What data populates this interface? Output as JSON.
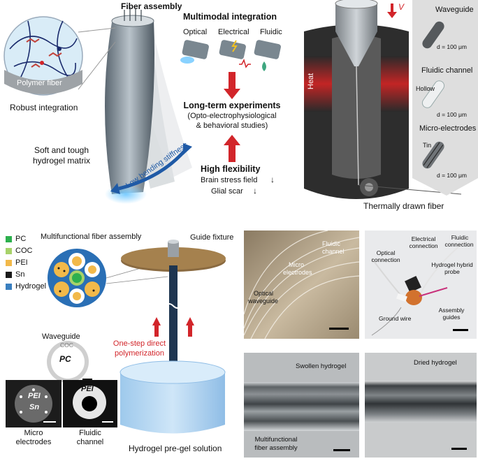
{
  "colors": {
    "pc": "#2db04e",
    "coc": "#a8d26a",
    "pei": "#f2b94a",
    "sn": "#1a1a1a",
    "hydrogel": "#3a7fc0",
    "arrow_red": "#d2252a",
    "arrow_blue": "#1f5aa6",
    "heat": "#e02a2a",
    "fixture": "#8a6a40"
  },
  "panel_a": {
    "fiber_assembly": "Fiber assembly",
    "polymer_fiber": "Polymer fiber",
    "robust_integration": "Robust integration",
    "hydrogel_matrix_1": "Soft and tough",
    "hydrogel_matrix_2": "hydrogel matrix",
    "low_bending": "Low bending stiffness",
    "multimodal_title": "Multimodal integration",
    "modes": [
      "Optical",
      "Electrical",
      "Fluidic"
    ],
    "long_term_title": "Long-term experiments",
    "long_term_sub_1": "(Opto-electrophysiological",
    "long_term_sub_2": "& behavioral studies)",
    "flexibility_title": "High flexibility",
    "brain_stress": "Brain stress field",
    "glial_scar": "Glial scar"
  },
  "panel_b": {
    "velocity": "V",
    "heat": "Heat",
    "waveguide": "Waveguide",
    "fluidic_channel": "Fluidic channel",
    "hollow": "Hollow",
    "micro_electrodes": "Micro-electrodes",
    "tin": "Tin",
    "diameter": "d = 100 μm",
    "thermally_drawn": "Thermally drawn fiber"
  },
  "panel_c": {
    "legend": [
      {
        "label": "PC",
        "color": "#2db04e"
      },
      {
        "label": "COC",
        "color": "#a8d26a"
      },
      {
        "label": "PEI",
        "color": "#f2b94a"
      },
      {
        "label": "Sn",
        "color": "#1a1a1a"
      },
      {
        "label": "Hydrogel",
        "color": "#3a7fc0"
      }
    ],
    "multifunctional_assembly": "Multifunctional fiber assembly",
    "guide_fixture": "Guide fixture",
    "one_step_1": "One-step direct",
    "one_step_2": "polymerization",
    "pregel": "Hydrogel pre-gel solution",
    "waveguide": "Waveguide",
    "coc": "COC",
    "pc": "PC",
    "pei": "PEI",
    "sn": "Sn",
    "micro_electrodes_1": "Micro",
    "micro_electrodes_2": "electrodes",
    "fluidic_channel_1": "Fluidic",
    "fluidic_channel_2": "channel"
  },
  "photo_fibers": {
    "fluidic_1": "Fluidic",
    "fluidic_2": "channel",
    "micro_1": "Micro",
    "micro_2": "electrodes",
    "optical_1": "Optical",
    "optical_2": "waveguide"
  },
  "photo_probe": {
    "electrical_1": "Electrical",
    "electrical_2": "connection",
    "fluidic_1": "Fluidic",
    "fluidic_2": "connection",
    "optical_1": "Optical",
    "optical_2": "connection",
    "hybrid_1": "Hydrogel hybrid",
    "hybrid_2": "probe",
    "ground": "Ground wire",
    "assembly_1": "Assembly",
    "assembly_2": "guides"
  },
  "photo_swollen": {
    "swollen": "Swollen hydrogel",
    "assembly_1": "Multifunctional",
    "assembly_2": "fiber assembly"
  },
  "photo_dried": {
    "dried": "Dried hydrogel"
  }
}
